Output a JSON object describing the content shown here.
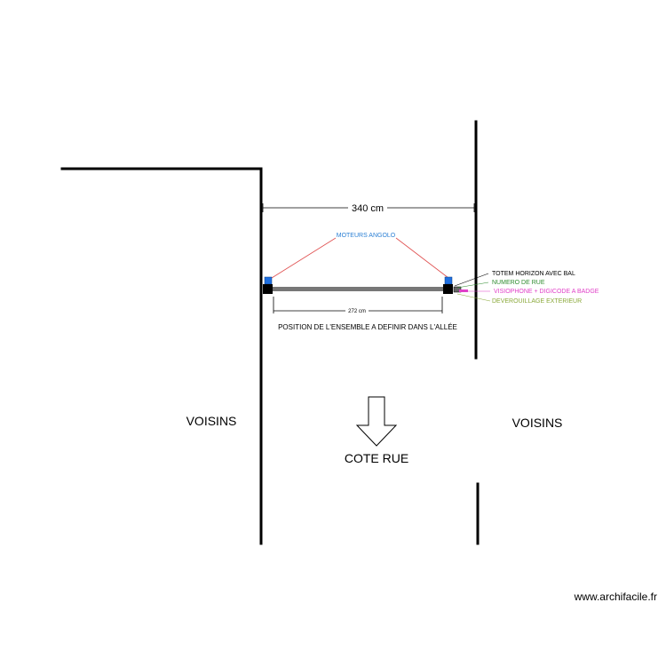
{
  "labels": {
    "dimension_main": "340 cm",
    "dimension_gate": "272 cm",
    "motors": "MOTEURS ANGOLO",
    "position_note": "POSITION DE L'ENSEMBLE A DEFINIR DANS L'ALLÉE",
    "totem": "TOTEM HORIZON AVEC BAL",
    "street_number": "NUMERO DE RUE",
    "visiophone": "VISIOPHONE + DIGICODE A BADGE",
    "unlock": "DEVEROUILLAGE EXTERIEUR",
    "neighbors_left": "VOISINS",
    "neighbors_right": "VOISINS",
    "street_side": "COTE RUE",
    "watermark": "www.archifacile.fr"
  },
  "colors": {
    "motors_label": "#2a7fd4",
    "motor_box": "#1f6fe0",
    "leader_red": "#e05050",
    "street_number": "#2e8b2e",
    "visiophone": "#e040c8",
    "unlock": "#8aa83a",
    "gate_bar": "#777777"
  }
}
